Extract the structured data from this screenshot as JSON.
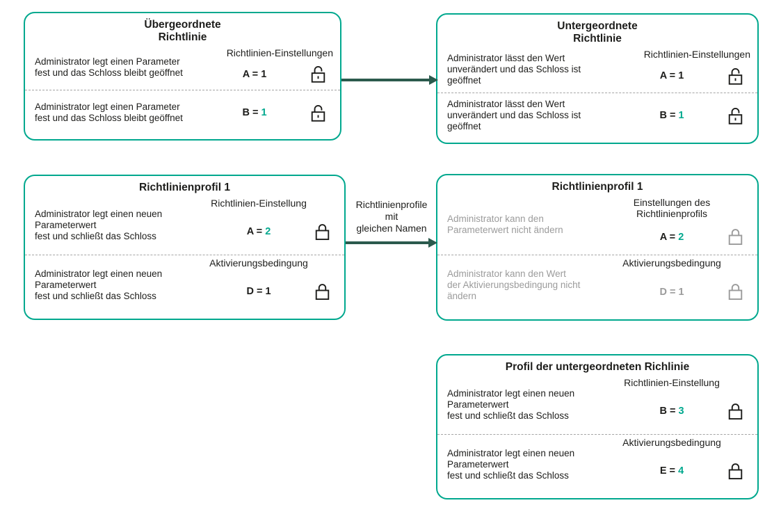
{
  "colors": {
    "accent_teal": "#00A88E",
    "arrow_dark": "#2B5A4D",
    "text_dark": "#1D1D1B",
    "text_muted": "#9B9B9B",
    "divider_gray": "#A5A5A5"
  },
  "connectors": {
    "top_arrow": {
      "direction": "right",
      "color": "#2B5A4D"
    },
    "middle_arrow": {
      "direction": "right",
      "color": "#2B5A4D",
      "label": "Richtlinienprofile\nmit\ngleichen Namen"
    }
  },
  "boxes": [
    {
      "name": "parent-policy",
      "title": "Übergeordnete\nRichtlinie",
      "sections": [
        {
          "subheader": "Richtlinien-Einstellungen",
          "description": "Administrator legt einen Parameter\nfest und das Schloss bleibt geöffnet",
          "description_color": "#1D1D1B",
          "value_label": "A = ",
          "value_label_color": "#1D1D1B",
          "value_number": "1",
          "value_number_color": "#1D1D1B",
          "lock_icon": "lock-open",
          "lock_color": "#1D1D1B"
        },
        {
          "description": "Administrator legt einen Parameter\nfest und das Schloss bleibt geöffnet",
          "description_color": "#1D1D1B",
          "value_label": "B = ",
          "value_label_color": "#1D1D1B",
          "value_number": "1",
          "value_number_color": "#00A88E",
          "lock_icon": "lock-open",
          "lock_color": "#1D1D1B"
        }
      ]
    },
    {
      "name": "child-policy",
      "title": "Untergeordnete\nRichtlinie",
      "sections": [
        {
          "subheader": "Richtlinien-Einstellungen",
          "description": "Administrator lässt den Wert\nunverändert und das Schloss ist\ngeöffnet",
          "description_color": "#1D1D1B",
          "value_label": "A = ",
          "value_label_color": "#1D1D1B",
          "value_number": "1",
          "value_number_color": "#1D1D1B",
          "lock_icon": "lock-open",
          "lock_color": "#1D1D1B"
        },
        {
          "description": "Administrator lässt den Wert\nunverändert und das Schloss ist\ngeöffnet",
          "description_color": "#1D1D1B",
          "value_label": "B = ",
          "value_label_color": "#1D1D1B",
          "value_number": "1",
          "value_number_color": "#00A88E",
          "lock_icon": "lock-open",
          "lock_color": "#1D1D1B"
        }
      ]
    },
    {
      "name": "policy-profile-1",
      "title": "Richtlinienprofil 1",
      "sections": [
        {
          "subheader": "Richtlinien-Einstellung",
          "description": "Administrator legt einen neuen\nParameterwert\nfest und schließt das Schloss",
          "description_color": "#1D1D1B",
          "value_label": "A = ",
          "value_label_color": "#1D1D1B",
          "value_number": "2",
          "value_number_color": "#00A88E",
          "lock_icon": "lock-closed",
          "lock_color": "#1D1D1B"
        },
        {
          "subheader": "Aktivierungsbedingung",
          "description": "Administrator legt einen neuen\nParameterwert\nfest und schließt das Schloss",
          "description_color": "#1D1D1B",
          "value_label": "D = ",
          "value_label_color": "#1D1D1B",
          "value_number": "1",
          "value_number_color": "#1D1D1B",
          "lock_icon": "lock-closed",
          "lock_color": "#1D1D1B"
        }
      ]
    },
    {
      "name": "inherited-policy-profile-1",
      "title": "Richtlinienprofil 1",
      "sections": [
        {
          "subheader": "Einstellungen des\nRichtlinienprofils",
          "description": "Administrator kann den\nParameterwert nicht ändern",
          "description_color": "#9B9B9B",
          "value_label": "A = ",
          "value_label_color": "#1D1D1B",
          "value_number": "2",
          "value_number_color": "#00A88E",
          "lock_icon": "lock-closed",
          "lock_color": "#9B9B9B"
        },
        {
          "subheader": "Aktivierungsbedingung",
          "description": "Administrator kann den Wert\nder Aktivierungsbedingung nicht\nändern",
          "description_color": "#9B9B9B",
          "value_label": "D = ",
          "value_label_color": "#9B9B9B",
          "value_number": "1",
          "value_number_color": "#9B9B9B",
          "lock_icon": "lock-closed",
          "lock_color": "#9B9B9B"
        }
      ]
    },
    {
      "name": "child-policy-profile",
      "title": "Profil der untergeordneten Richlinie",
      "sections": [
        {
          "subheader": "Richtlinien-Einstellung",
          "description": "Administrator legt einen neuen\nParameterwert\nfest und schließt das Schloss",
          "description_color": "#1D1D1B",
          "value_label": "B = ",
          "value_label_color": "#1D1D1B",
          "value_number": "3",
          "value_number_color": "#00A88E",
          "lock_icon": "lock-closed",
          "lock_color": "#1D1D1B"
        },
        {
          "subheader": "Aktivierungsbedingung",
          "description": "Administrator legt einen neuen\nParameterwert\nfest und schließt das Schloss",
          "description_color": "#1D1D1B",
          "value_label": "E = ",
          "value_label_color": "#1D1D1B",
          "value_number": "4",
          "value_number_color": "#00A88E",
          "lock_icon": "lock-closed",
          "lock_color": "#1D1D1B"
        }
      ]
    }
  ]
}
